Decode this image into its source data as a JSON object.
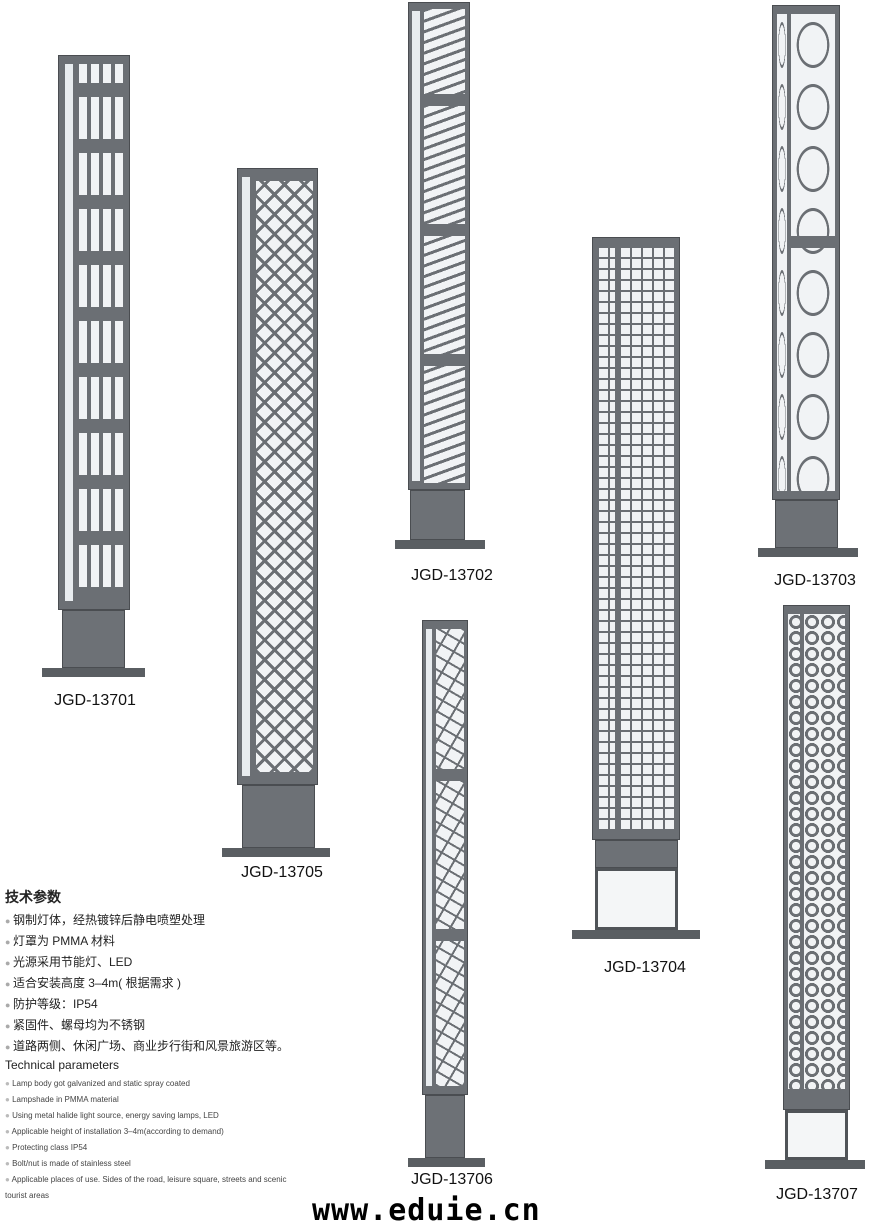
{
  "products": [
    {
      "model": "JGD-13701"
    },
    {
      "model": "JGD-13705"
    },
    {
      "model": "JGD-13702"
    },
    {
      "model": "JGD-13704"
    },
    {
      "model": "JGD-13703"
    },
    {
      "model": "JGD-13706"
    },
    {
      "model": "JGD-13707"
    }
  ],
  "specs_cn": {
    "title": "技术参数",
    "items": [
      "钢制灯体，经热镀锌后静电喷塑处理",
      "灯罩为 PMMA 材料",
      "光源采用节能灯、LED",
      "适合安装高度 3–4m( 根据需求 )",
      "防护等级：IP54",
      "紧固件、螺母均为不锈钢",
      "道路两侧、休闲广场、商业步行街和风景旅游区等。"
    ]
  },
  "specs_en": {
    "title": "Technical parameters",
    "items": [
      "Lamp body got galvanized and static spray coated",
      "Lampshade in PMMA material",
      "Using metal halide light source, energy saving lamps, LED",
      "Applicable height of installation 3–4m(according to demand)",
      "Protecting class IP54",
      "Bolt/nut is made of stainless steel",
      "Applicable places of use. Sides of the road, leisure square, streets and scenic tourist areas"
    ]
  },
  "watermark": "www.eduie.cn"
}
